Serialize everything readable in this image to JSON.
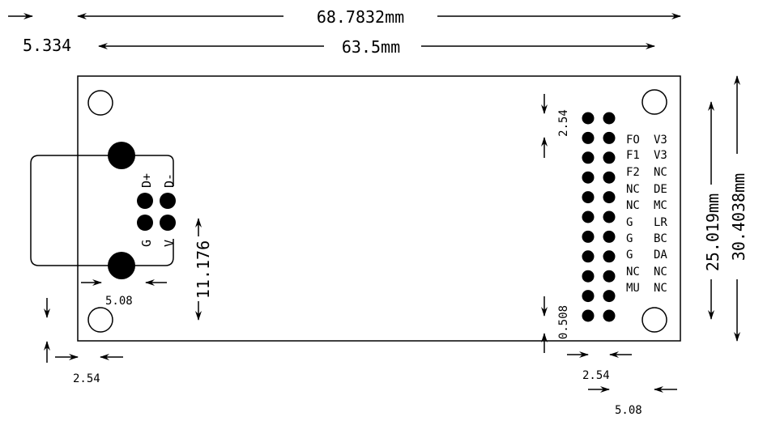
{
  "dimensions": {
    "overall_width": "68.7832mm",
    "hole_spacing_width": "63.5mm",
    "hole_offset": "5.334",
    "board_height": "30.4038mm",
    "hole_spacing_height": "25.019mm",
    "usb_pin_pitch": "5.08",
    "usb_offset_horizontal": "2.54",
    "usb_offset_vertical": "2.54",
    "usb_span": "11.176",
    "header_top_offset": "2.54",
    "header_bottom_offset": "0.508",
    "header_pitch": "2.54",
    "header_edge_offset": "5.08"
  },
  "usb_labels": {
    "d_plus": "D+",
    "d_minus": "D-",
    "ground": "G",
    "vcc": "V"
  },
  "header_labels": {
    "left": [
      "FO",
      "F1",
      "F2",
      "NC",
      "NC",
      "G",
      "G",
      "G",
      "NC",
      "MU"
    ],
    "right": [
      "V3",
      "V3",
      "NC",
      "DE",
      "MC",
      "LR",
      "BC",
      "DA",
      "NC",
      "NC"
    ]
  },
  "header_rows": 11,
  "header_cols": 2,
  "colors": {
    "line": "#000000",
    "background": "#ffffff"
  }
}
